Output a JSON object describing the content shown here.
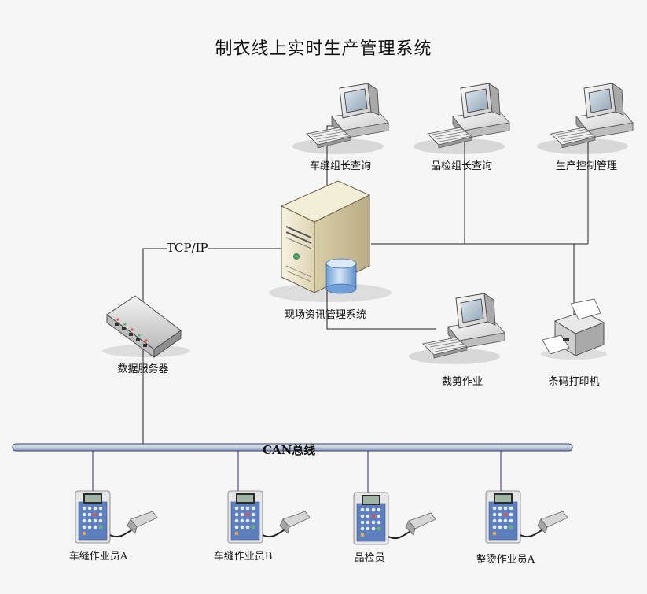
{
  "diagram": {
    "title": "制衣线上实时生产管理系统",
    "network_label": "TCP/IP",
    "bus_label": "CAN总线",
    "nodes": {
      "sewing_leader_pc": "车缝组长查询",
      "qc_leader_pc": "品检组长查询",
      "production_control_pc": "生产控制管理",
      "server": "现场资讯管理系统",
      "data_server": "数据服务器",
      "cutting_pc": "裁剪作业",
      "barcode_printer": "条码打印机",
      "terminal_1": "车缝作业员A",
      "terminal_2": "车缝作业员B",
      "terminal_3": "品检员",
      "terminal_4": "整烫作业员A"
    }
  },
  "colors": {
    "background": "#f5f6f5",
    "bus": "#c9d3e3",
    "bus_border": "#2f3e64",
    "drop_lines": "#2e2a7a",
    "terminal_blue": "#5d7fbf",
    "server_beige": "#ece4c6"
  }
}
